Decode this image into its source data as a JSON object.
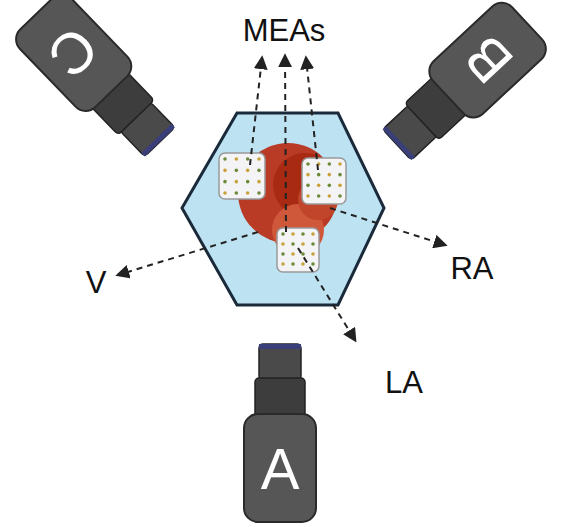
{
  "diagram": {
    "nodes": [
      {
        "text": [
          "C"
        ]
      },
      {
        "text": [
          "B"
        ]
      },
      {
        "text": [
          "A"
        ]
      }
    ],
    "labels": [
      "MEAs",
      "V",
      "RA",
      "LA"
    ]
  }
}
